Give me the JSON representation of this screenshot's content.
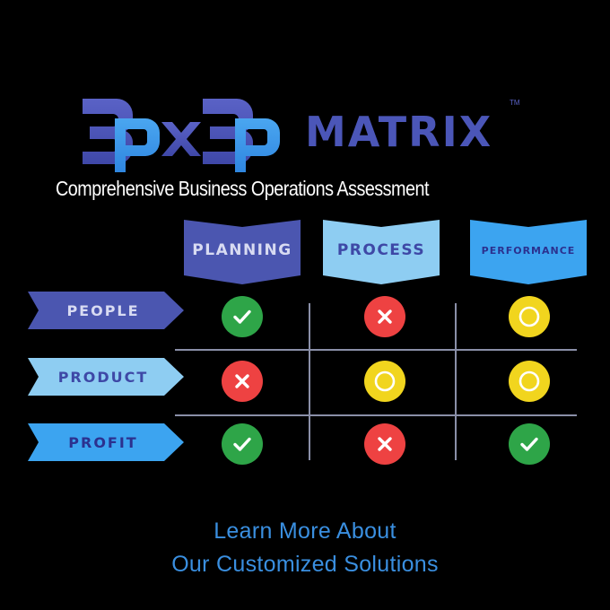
{
  "brand": {
    "logo_text": "3Px3P",
    "matrix_word": "MATRIX",
    "trademark": "TM",
    "subtitle": "Comprehensive Business Operations Assessment"
  },
  "colors": {
    "planning": "#4b56b0",
    "process": "#8ecdf2",
    "performance": "#3ca4f0",
    "people": "#4b56b0",
    "product": "#8ecdf2",
    "profit": "#3ca4f0",
    "check": "#2ea548",
    "cross": "#ee4242",
    "neutral": "#f1d51e",
    "footer": "#3a8fe0"
  },
  "columns": [
    {
      "label": "PLANNING",
      "color_key": "planning",
      "text_color": "#d8dbf2"
    },
    {
      "label": "PROCESS",
      "color_key": "process",
      "text_color": "#3e48a6"
    },
    {
      "label": "PERFORMANCE",
      "color_key": "performance",
      "text_color": "#2b318f"
    }
  ],
  "rows": [
    {
      "label": "PEOPLE",
      "color_key": "people",
      "text_color": "#d8dbf2",
      "statuses": [
        "check",
        "cross",
        "neutral"
      ]
    },
    {
      "label": "PRODUCT",
      "color_key": "product",
      "text_color": "#3e48a6",
      "statuses": [
        "cross",
        "neutral",
        "neutral"
      ]
    },
    {
      "label": "PROFIT",
      "color_key": "profit",
      "text_color": "#2b318f",
      "statuses": [
        "check",
        "cross",
        "check"
      ]
    }
  ],
  "footer": {
    "line1": "Learn More About",
    "line2": "Our Customized Solutions"
  }
}
